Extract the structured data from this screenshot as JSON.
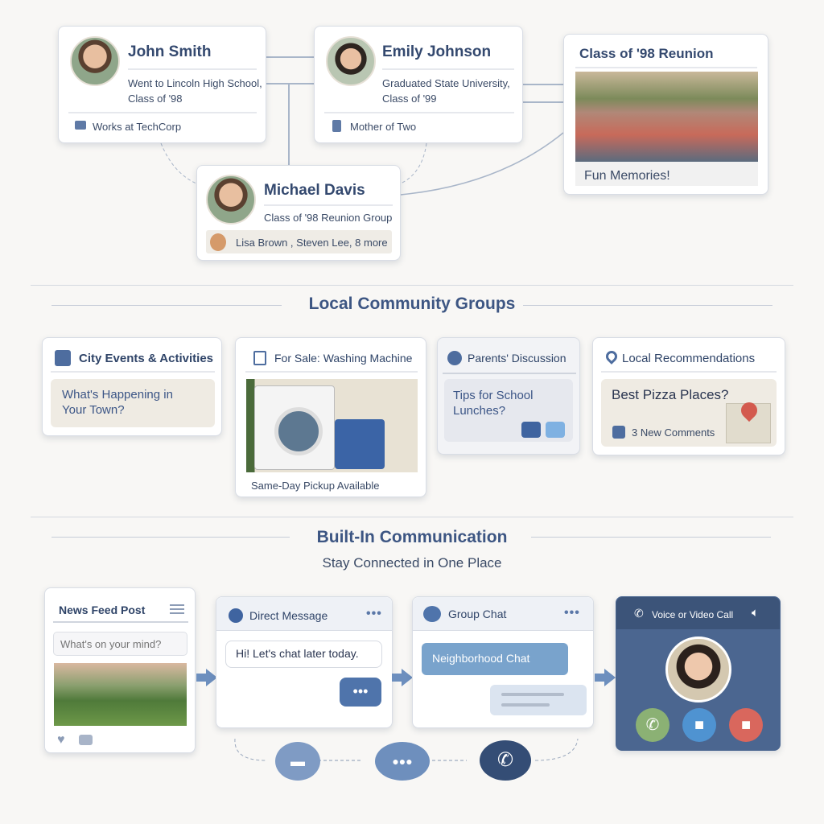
{
  "profiles": {
    "john": {
      "name": "John Smith",
      "detail": "Went to Lincoln High School, Class of '98",
      "footer": "Works at TechCorp",
      "footer_icon": "briefcase-icon"
    },
    "emily": {
      "name": "Emily Johnson",
      "detail": "Graduated State University, Class of '99",
      "footer": "Mother of Two",
      "footer_icon": "baby-bottle-icon"
    },
    "michael": {
      "name": "Michael Davis",
      "detail": "Class of '98 Reunion Group",
      "friends": "Lisa Brown , Steven Lee, 8 more"
    },
    "reunion": {
      "title": "Class of '98 Reunion",
      "caption": "Fun Memories!"
    }
  },
  "community": {
    "title": "Local Community Groups",
    "groups": [
      {
        "title": "City Events & Activities",
        "icon": "calendar-icon",
        "body": "What's Happening in Your Town?"
      },
      {
        "title": "For Sale: Washing Machine",
        "icon": "washer-icon",
        "body": "Same-Day Pickup Available"
      },
      {
        "title": "Parents' Discussion",
        "icon": "chat-bubble-icon",
        "body": "Tips for School Lunches?"
      },
      {
        "title": "Local Recommendations",
        "icon": "map-pin-icon",
        "body": "Best Pizza Places?",
        "comments": "3 New Comments"
      }
    ]
  },
  "communication": {
    "title": "Built-In Communication",
    "subtitle": "Stay Connected in One Place",
    "news": {
      "title": "News Feed Post",
      "placeholder": "What's on your mind?"
    },
    "dm": {
      "title": "Direct Message",
      "message": "Hi!  Let's chat later today."
    },
    "group": {
      "title": "Group Chat",
      "message": "Neighborhood Chat"
    },
    "call": {
      "title": "Voice or Video Call"
    }
  },
  "colors": {
    "accent": "#3d5683",
    "call_green": "#8bb174",
    "call_blue": "#4f93d1",
    "call_red": "#d9675d",
    "call_panel": "#4b6690"
  }
}
